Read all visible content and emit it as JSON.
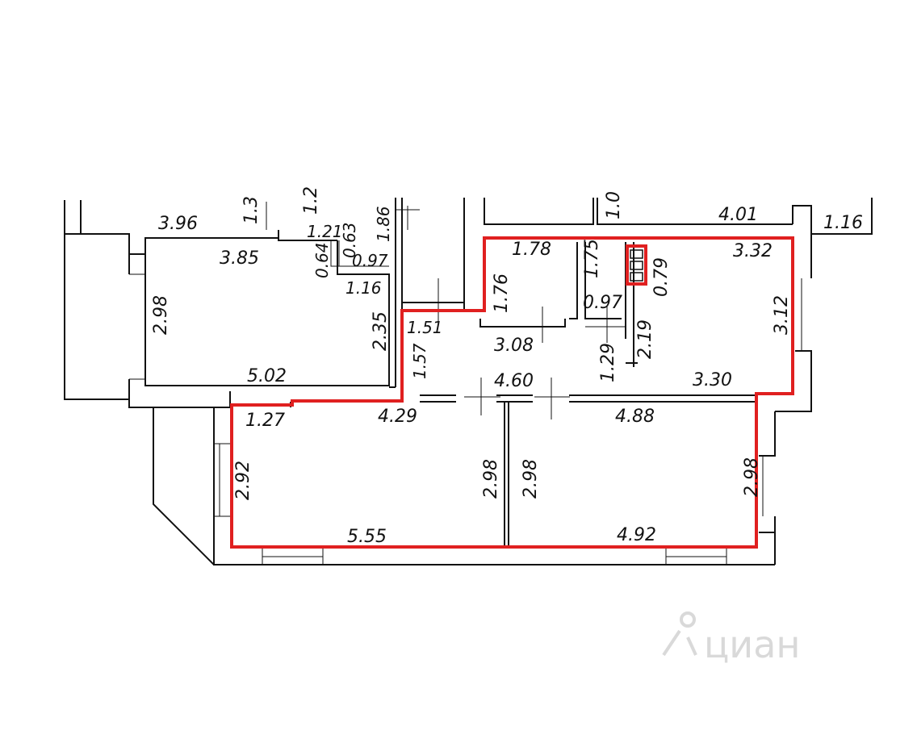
{
  "colors": {
    "wall": "#111111",
    "highlight": "#e02020",
    "watermark": "#d9d9d9"
  },
  "labels": {
    "top_left_width": "3.96",
    "top_small_1": "1.3",
    "top_small_2": "1.2",
    "top_small_3": "1.0",
    "top_right_width": "4.01",
    "far_right": "1.16",
    "left_room_top": "3.85",
    "left_room_side": "2.98",
    "left_room_bottom": "5.02",
    "left_room_right": "2.35",
    "wc_a_1": "1.21",
    "wc_a_2": "0.64",
    "wc_a_3": "0.63",
    "wc_a_4": "0.97",
    "wc_a_5": "1.16",
    "wc_a_6": "1.86",
    "stair_1": "1.51",
    "stair_2": "1.57",
    "bath_top": "1.78",
    "bath_side": "1.76",
    "wc_top_side": "1.75",
    "wc_width": "0.97",
    "shaft": "0.79",
    "hall_width": "3.08",
    "hall_height": "2.19",
    "hall_small": "1.29",
    "corridor_width": "4.60",
    "kitchen_top": "3.32",
    "kitchen_side": "3.12",
    "kitchen_bottom": "3.30",
    "room1_top_left": "1.27",
    "room1_top": "4.29",
    "room1_left": "2.92",
    "room1_right": "2.98",
    "room1_bottom": "5.55",
    "room2_left": "2.98",
    "room2_top": "4.88",
    "room2_right": "2.98",
    "room2_bottom": "4.92"
  },
  "watermark": {
    "text": "циан"
  }
}
